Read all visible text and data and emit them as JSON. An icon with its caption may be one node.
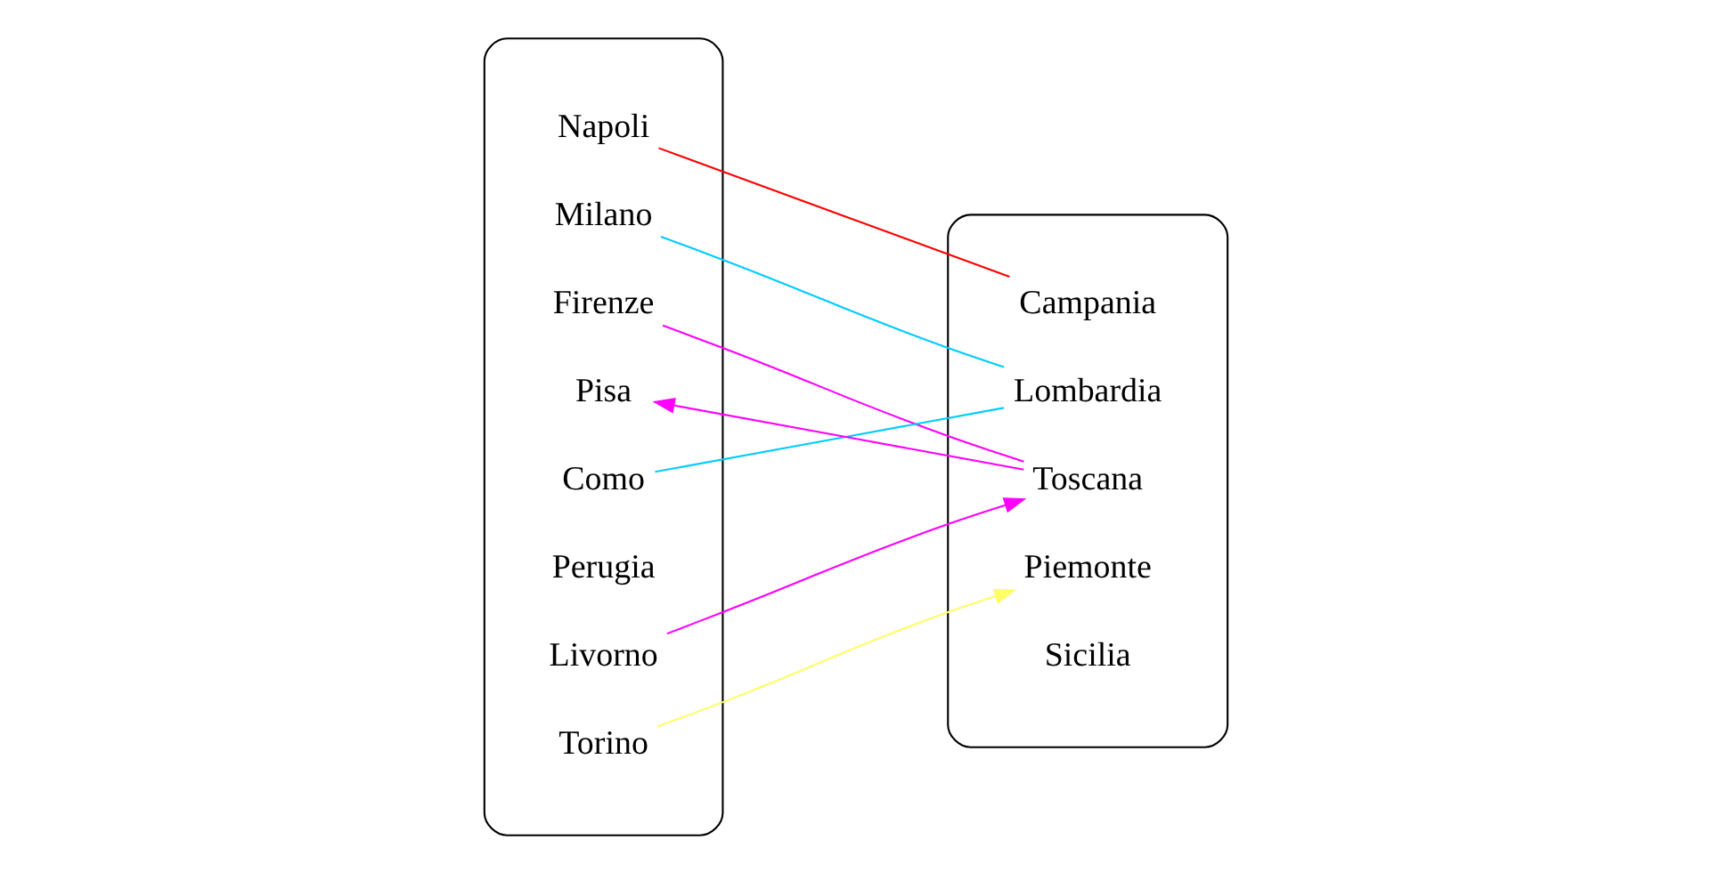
{
  "diagram": {
    "nodes": [
      {
        "text": [],
        "shape": "ellipse"
      },
      {
        "text": [
          "Firenze"
        ],
        "in": 0
      },
      {
        "text": [
          "Milano"
        ],
        "in": 0
      },
      {
        "text": [
          "Napoli"
        ],
        "in": 0
      },
      {
        "text": [
          "Pisa"
        ],
        "in": 0
      },
      {
        "text": [
          "Como"
        ],
        "in": 0
      },
      {
        "text": [
          "Perugia"
        ],
        "in": 0
      },
      {
        "text": [
          "Torino"
        ],
        "in": 0
      },
      {
        "text": [
          "Livorno"
        ],
        "in": 0
      },
      {
        "text": [],
        "shape": "ellipse"
      },
      {
        "text": [
          "Piemonte"
        ],
        "in": 9
      },
      {
        "text": [
          "Lombardia"
        ],
        "in": 9
      },
      {
        "text": [
          "Toscana"
        ],
        "in": 9
      },
      {
        "text": [
          "Campania"
        ],
        "in": 9
      },
      {
        "text": [
          "Sicilia"
        ],
        "in": 9
      }
    ],
    "edges": [
      {
        "from": 1,
        "to": 12,
        "arrow": "none",
        "color": "#ff00ff"
      },
      {
        "from": 2,
        "to": 11,
        "arrow": "none",
        "color": "#00ccff"
      },
      {
        "from": 3,
        "to": 13,
        "arrow": "none",
        "color": "#ff0000"
      },
      {
        "from": 12,
        "to": 4,
        "arrow": "to",
        "color": "#ff00ff"
      },
      {
        "from": 5,
        "to": 11,
        "arrow": "none",
        "color": "#00ccff"
      },
      {
        "from": 7,
        "to": 10,
        "arrow": "to",
        "color": "#ffff66"
      },
      {
        "from": 8,
        "to": 12,
        "arrow": "to",
        "color": "#ff00ff"
      }
    ]
  }
}
